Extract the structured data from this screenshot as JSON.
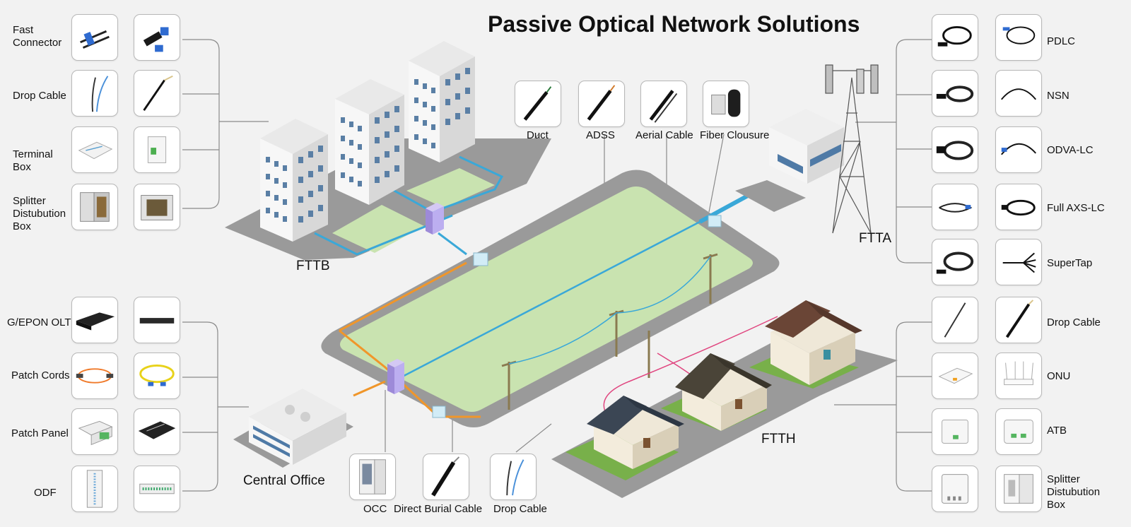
{
  "title": "Passive Optical Network Solutions",
  "zones": {
    "fttb": "FTTB",
    "ftta": "FTTA",
    "ftth": "FTTH",
    "central_office": "Central Office"
  },
  "left_top": [
    {
      "label": "Fast\nConnector",
      "icons": [
        "fast-connector-icon",
        "fast-connector-blue-icon"
      ]
    },
    {
      "label": "Drop Cable",
      "icons": [
        "drop-cable-icon",
        "drop-cable-black-icon"
      ]
    },
    {
      "label": "Terminal\nBox",
      "icons": [
        "terminal-box-open-icon",
        "terminal-box-icon"
      ]
    },
    {
      "label": "Splitter\nDistubution\nBox",
      "icons": [
        "splitter-box-icon",
        "splitter-box-open-icon"
      ]
    }
  ],
  "left_bottom": [
    {
      "label": "G/EPON OLT",
      "icons": [
        "olt-device-icon",
        "olt-slim-icon"
      ]
    },
    {
      "label": "Patch Cords",
      "icons": [
        "patch-cord-orange-icon",
        "patch-cord-yellow-icon"
      ]
    },
    {
      "label": "Patch Panel",
      "icons": [
        "patch-panel-icon",
        "patch-panel-rack-icon"
      ]
    },
    {
      "label": "ODF",
      "icons": [
        "odf-cabinet-icon",
        "odf-rack-icon"
      ]
    }
  ],
  "right_top": [
    {
      "label": "PDLC",
      "icons": [
        "pdlc-cable-icon",
        "pdlc-cable-2-icon"
      ]
    },
    {
      "label": "NSN",
      "icons": [
        "nsn-cable-icon",
        "nsn-cable-2-icon"
      ]
    },
    {
      "label": "ODVA-LC",
      "icons": [
        "odva-cable-icon",
        "odva-cable-2-icon"
      ]
    },
    {
      "label": "Full AXS-LC",
      "icons": [
        "axs-cable-icon",
        "axs-cable-2-icon"
      ]
    },
    {
      "label": "SuperTap",
      "icons": [
        "supertap-cable-icon",
        "supertap-fanout-icon"
      ]
    }
  ],
  "right_bottom": [
    {
      "label": "Drop Cable",
      "icons": [
        "drop-cable-thin-icon",
        "drop-cable-black-2-icon"
      ]
    },
    {
      "label": "ONU",
      "icons": [
        "onu-box-icon",
        "onu-router-icon"
      ]
    },
    {
      "label": "ATB",
      "icons": [
        "atb-box-icon",
        "atb-box-2-icon"
      ]
    },
    {
      "label": "Splitter\nDistubution\nBox",
      "icons": [
        "splitter-outdoor-icon",
        "splitter-outdoor-open-icon"
      ]
    }
  ],
  "top_items": [
    {
      "label": "Duct",
      "icon": "duct-cable-icon"
    },
    {
      "label": "ADSS",
      "icon": "adss-cable-icon"
    },
    {
      "label": "Aerial Cable",
      "icon": "aerial-cable-icon"
    },
    {
      "label": "Fiber Clousure",
      "icon": "fiber-closure-icon"
    }
  ],
  "bottom_items": [
    {
      "label": "OCC",
      "icon": "occ-cabinet-icon"
    },
    {
      "label": "Direct Burial Cable",
      "icon": "burial-cable-icon"
    },
    {
      "label": "Drop Cable",
      "icon": "drop-cable-bottom-icon"
    }
  ],
  "colors": {
    "background": "#f2f2f2",
    "road": "#9a9a9a",
    "grass": "#c9e3b0",
    "fiber_blue": "#3aa8d8",
    "fiber_orange": "#f0962a",
    "fiber_pink": "#e0457f",
    "cabinet": "#b9a6e6"
  }
}
